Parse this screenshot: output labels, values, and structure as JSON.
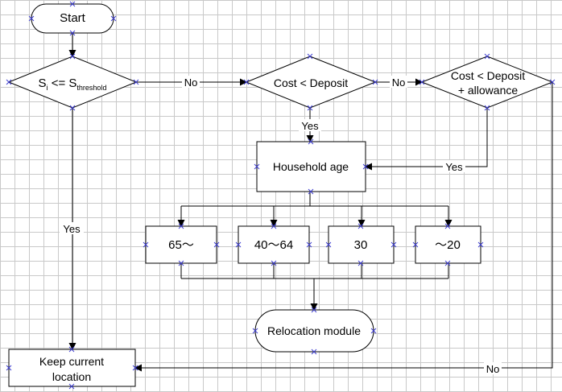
{
  "nodes": {
    "start": "Start",
    "decision_s": {
      "s_main": "S",
      "s_sub": "i",
      "op": " <= S",
      "threshold_sub": "threshold"
    },
    "cost_deposit": "Cost < Deposit",
    "cost_deposit_allowance": {
      "line1": "Cost < Deposit",
      "line2": "+ allowance"
    },
    "household_age": "Household age",
    "age_groups": [
      "65～",
      "40～64",
      "30",
      "～20"
    ],
    "relocation_module": "Relocation module",
    "keep_location": {
      "line1": "Keep current",
      "line2": "location"
    }
  },
  "edge_labels": {
    "s_to_cost_no": "No",
    "cost_to_allowance_no": "No",
    "cost_to_household_yes": "Yes",
    "allowance_to_household_yes": "Yes",
    "s_to_keep_yes": "Yes",
    "allowance_to_keep_no": "No"
  }
}
